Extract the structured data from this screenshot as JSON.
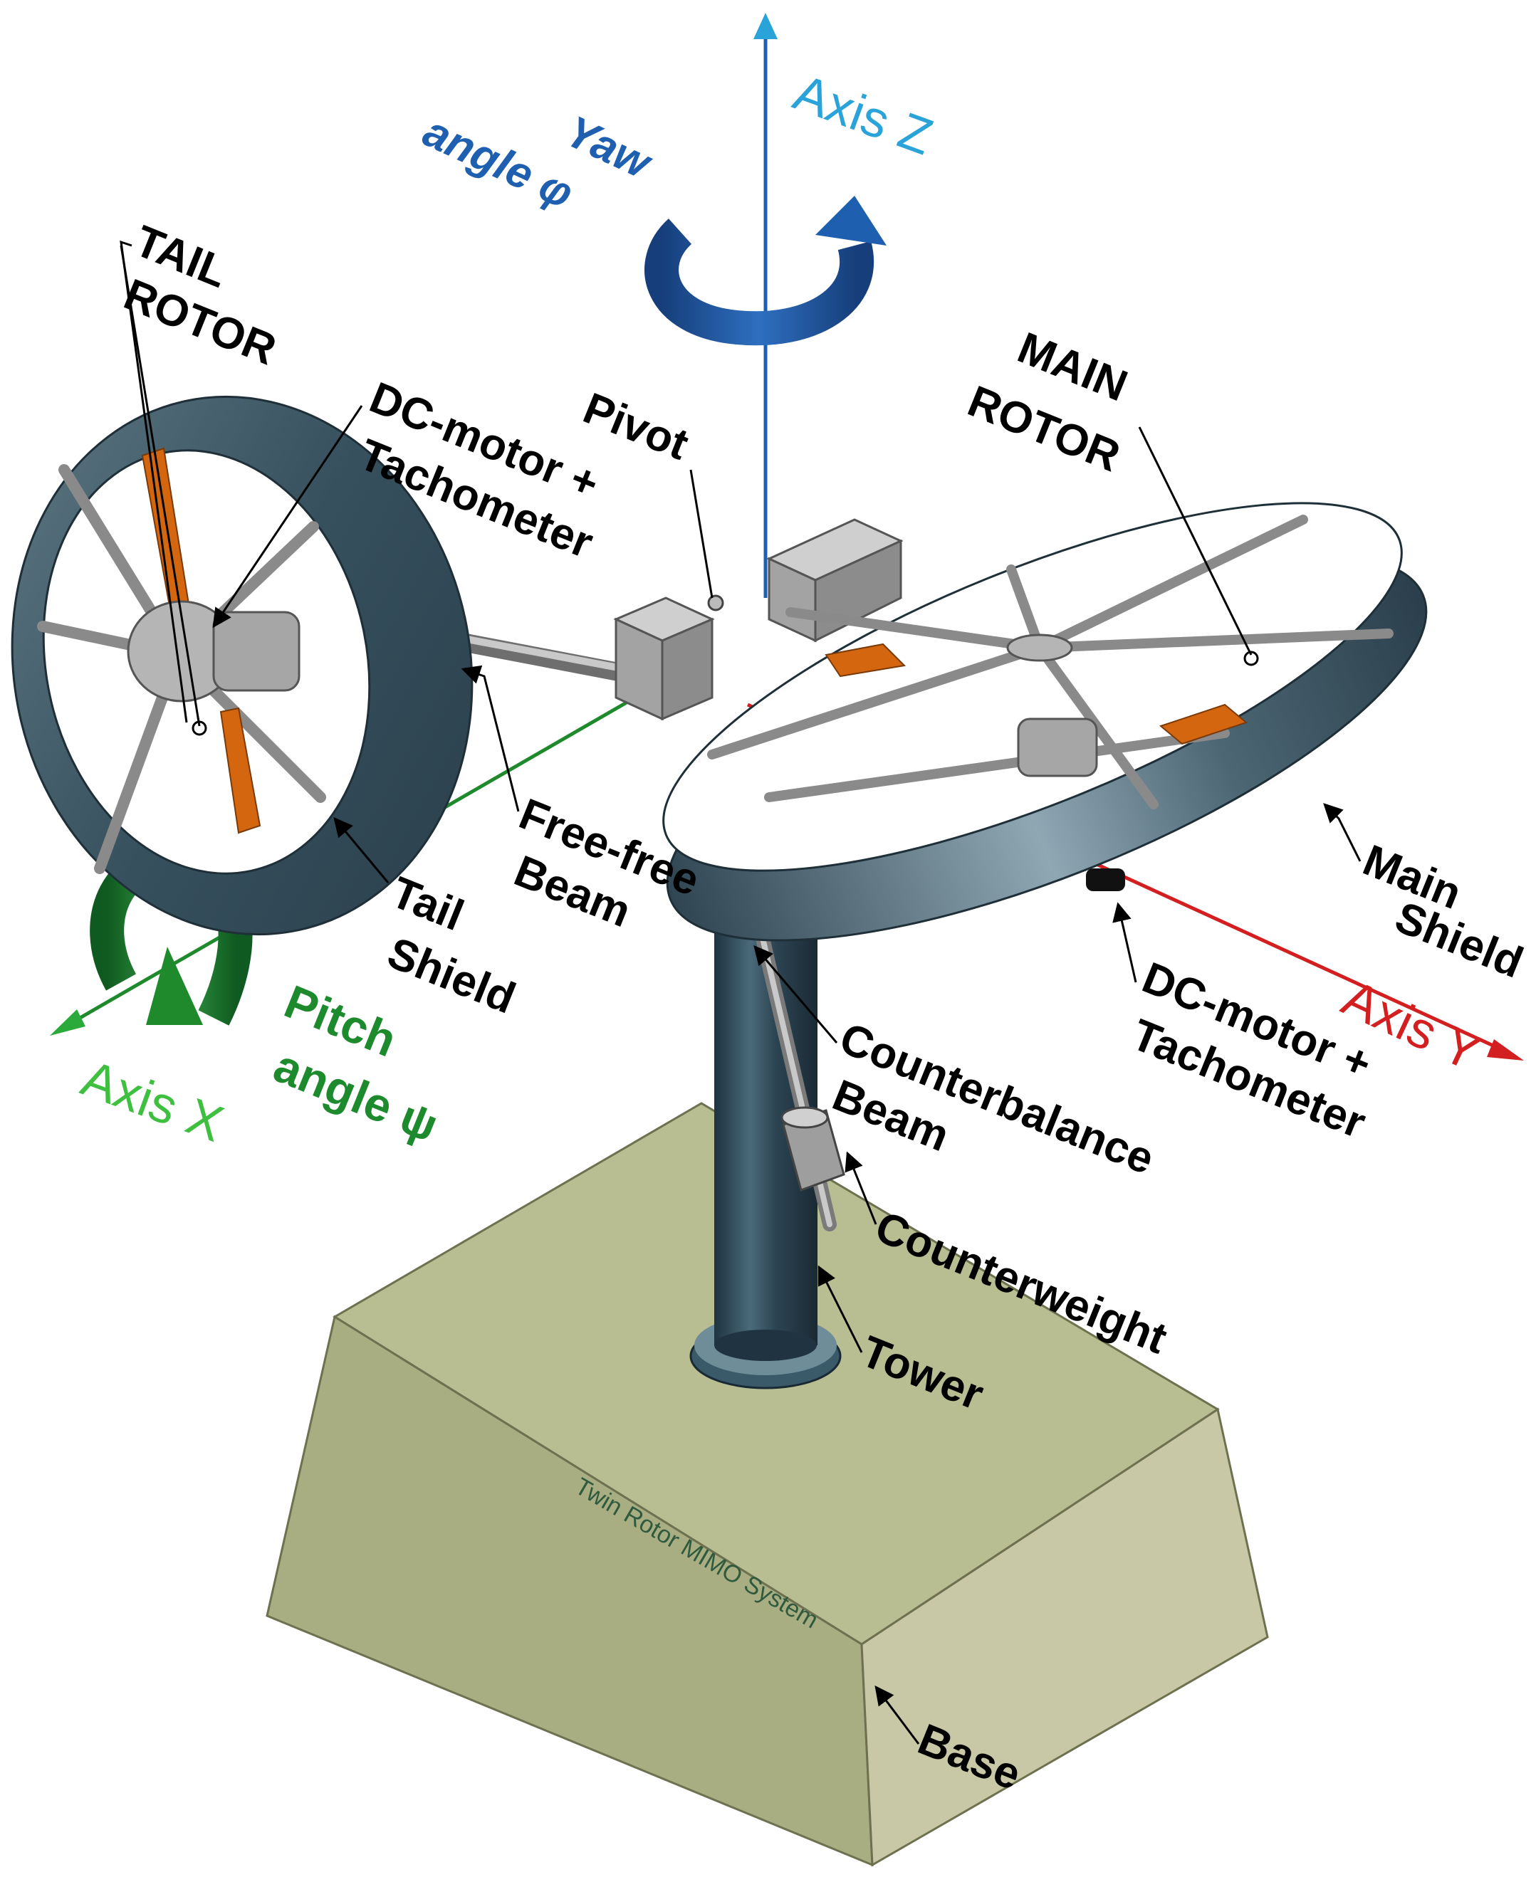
{
  "axes": {
    "z": {
      "label": "Axis Z",
      "color": "#2aa3d8"
    },
    "y": {
      "label": "Axis Y",
      "color": "#d31f1f"
    },
    "x": {
      "label": "Axis X",
      "color": "#3fbf3f"
    }
  },
  "angles": {
    "yaw": {
      "line1": "Yaw",
      "line2": "angle φ",
      "color": "#1f5fb0"
    },
    "pitch": {
      "line1": "Pitch",
      "line2": "angle ψ",
      "color": "#1e8a2e"
    }
  },
  "labels": {
    "tail_rotor": [
      "TAIL",
      "ROTOR"
    ],
    "main_rotor": [
      "MAIN",
      "ROTOR"
    ],
    "dc_motor_tail": [
      "DC-motor +",
      "Tachometer"
    ],
    "dc_motor_main": [
      "DC-motor +",
      "Tachometer"
    ],
    "pivot": "Pivot",
    "free_free_beam": [
      "Free-free",
      "Beam"
    ],
    "tail_shield": [
      "Tail",
      "Shield"
    ],
    "main_shield": [
      "Main",
      "Shield"
    ],
    "counterbalance_beam": [
      "Counterbalance",
      "Beam"
    ],
    "counterweight": "Counterweight",
    "tower": "Tower",
    "base": "Base"
  },
  "base_inscription": "Twin Rotor MIMO System",
  "colors": {
    "shield": "#3d5663",
    "shield_light": "#8fa7b3",
    "blade": "#d4660f",
    "metal": "#a8a8a8",
    "base_top": "#b8bd92",
    "base_left": "#a9ae82",
    "base_right": "#c8c8a6",
    "tower": "#2c4452"
  }
}
